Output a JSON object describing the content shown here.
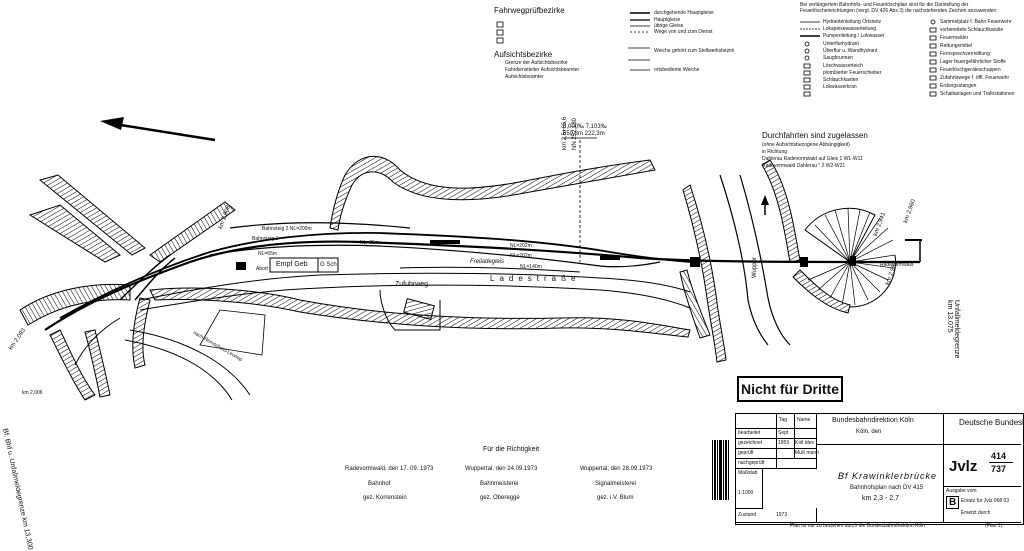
{
  "legend": {
    "fahrweg_title": "Fahrwegprüfbezirke",
    "aufsicht_title": "Aufsichtsbezirke",
    "aufsicht_items": [
      "Grenze der Aufsichtsbezirke",
      "Fahrdienstleiter  Aufsichtsbeamter",
      "Aufsichtsbeamter"
    ],
    "track_items": [
      "durchgehende Hauptgleise",
      "Hauptgleise",
      "übrige Gleise",
      "Wege von und zum Dienst"
    ],
    "switch_items": [
      "Weiche gehört zum Stellwerksbezirk",
      "ortsbediente Weiche"
    ],
    "fire_intro": "Bei verlängertem Bahnhofs- und Feuerlöschplan sind für die Darstellung der Feuerlöscheinrichtungen (vergl. DV 426 Abs 3) die nachstehenden Zeichen anzuwenden",
    "fire_items_left": [
      "Hydrantenleitung Ortsnetz",
      "Lokspeisewasserleitung",
      "Pumpenleitung / Lokwasser",
      "Unterflurhydrant",
      "Überflur u. Wandhydrant",
      "Saugbrunnen",
      "Löschwasserteich",
      "plombierter Feuerschieber",
      "Schlauchkasten",
      "Lokwasserkran"
    ],
    "fire_items_right": [
      "Sammelplatz f. Bahn Feuerwehr",
      "vorbereitete Schlauchkanäle",
      "Feuermelder",
      "Rettungsmittel",
      "Fernsprechvermittlung",
      "Lager feuergefährlicher Stoffe",
      "Feuerlöschgeräteschuppen",
      "Zufahrtswege f. öffl. Feuerwehr",
      "Erdungsstangen",
      "Schaltanlagen und Trafostationen"
    ]
  },
  "plan": {
    "gradient_top": "0,000‰  7,103‰",
    "gradient_len": "650,3m   222,3m",
    "km_station": "km 2,5+65,6",
    "nn": "NN 252,180",
    "durchfahrten_title": "Durchfahrten sind zugelassen",
    "durchfahrten_sub": "(ohne Aufsichtsbezogene Abhängigkeit)",
    "durchfahrten_dir": "in Richtung",
    "route1": "Dahlerau  Radevormwald   auf   Gleis 1   W1-W11",
    "route2": "Radevormwald  Dahlerau     \"    2  W2-W21",
    "bahnsteig1": "Bahnsteig 1",
    "bahnsteig2": "Bahnsteig 2  NL=200m",
    "nl1": "NL=65m",
    "nl2": "NL=85m",
    "nl3": "NL=202m",
    "nl4": "NL=202m",
    "nl5": "NL=140m",
    "freiladegleis": "Freiladegleis",
    "empf_geb": "Empf Geb",
    "g_sch": "G Sch",
    "abort": "Abort",
    "zufuhrweg": "Zufuhrweg",
    "ladestrasse": "Ladestraße",
    "wupper": "Wupper",
    "km_left": "km 2,093",
    "km_2908": "km 2,908",
    "km_2941": "km 2,941",
    "km_2960": "km 2,960",
    "km_2981": "km 2,981",
    "km_2006": "km 2,006",
    "nach_remscheid": "nach Remscheid-Lennep",
    "unfallmelde_right": "Unfallmeldegrenze km 13,075",
    "unfallmelde_left": "Bf. Bhf u. Unfallmeldegrenze km 13,300",
    "radevormwald": "Radevormwald"
  },
  "signatures": {
    "richtigkeit": "Für die Richtigkeit",
    "sig1_date": "Radevormwald, den 17. 09. 1973",
    "sig1_role": "Bahnhof",
    "sig1_name": "gez. Korrenstein",
    "sig2_date": "Wuppertal, den 24.09.1973",
    "sig2_role": "Bahnmeisterei",
    "sig2_name": "gez. Oberegge",
    "sig3_date": "Wuppertal, den 28.09.1973",
    "sig3_role": "Signalmeisterei",
    "sig3_name": "gez. i.V. Blum"
  },
  "stamp": "Nicht für Dritte",
  "title_block": {
    "direktion": "Bundesbahndirektion Köln",
    "koeln_den": "Köln, den",
    "db": "Deutsche Bundesbahn",
    "station": "Bf Krawinklerbrücke",
    "plan_type": "Bahnhofsplan nach DV 415",
    "km": "km 2,3 - 2,7",
    "plan_no_main": "Jvlz",
    "plan_no_num": "414",
    "plan_no_den": "737",
    "ausgabe": "Ausgabe vom",
    "ausgabe_b": "B",
    "ersatz": "Ersatz für Jvlz 068 03",
    "ersetzt_durch": "Ersetzt durch",
    "row_labels": [
      "bearbeitet",
      "gezeichnet",
      "geprüft",
      "nachgeprüft",
      "Maßstab",
      "Zustand"
    ],
    "col_tag": "Tag",
    "col_name": "Name",
    "masstab_val": "1:1000",
    "sept": "Sept",
    "year": "1959",
    "name1": "Koll ides",
    "name2": "Muß mann",
    "zustand_val": "1973",
    "footer": "Plan ist nur zu beziehen durch die Bundesbahndirektion Köln",
    "planli": "(Plan 1)"
  }
}
